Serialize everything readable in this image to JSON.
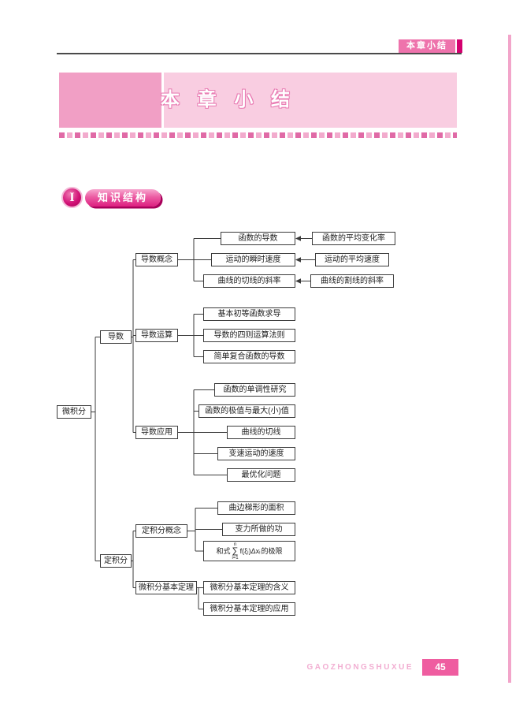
{
  "page": {
    "header_tab": "本章小结",
    "banner_title": "本 章 小 结",
    "section_num": "I",
    "section_title": "知识结构",
    "footer_text": "GAOZHONGSHUXUE",
    "page_number": "45"
  },
  "colors": {
    "accent_pink": "#ee73ac",
    "accent_magenta": "#d4006f",
    "banner_left": "#f19fc5",
    "banner_right": "#f9cde1",
    "page_num_bg": "#ef5da0"
  },
  "nodes": {
    "root": "微积分",
    "derivative": "导数",
    "integral": "定积分",
    "concept": "导数概念",
    "operations": "导数运算",
    "applications": "导数应用",
    "integral_concept": "定积分概念",
    "fundamental_theorem": "微积分基本定理",
    "func_derivative": "函数的导数",
    "instant_velocity": "运动的瞬时速度",
    "tangent_slope": "曲线的切线的斜率",
    "avg_change_rate": "函数的平均变化率",
    "avg_velocity": "运动的平均速度",
    "secant_slope": "曲线的割线的斜率",
    "basic_functions": "基本初等函数求导",
    "four_rules": "导数的四则运算法则",
    "composite": "简单复合函数的导数",
    "monotonicity": "函数的单调性研究",
    "extrema": "函数的极值与最大(小)值",
    "curve_tangent": "曲线的切线",
    "variable_motion": "变速运动的速度",
    "optimization": "最优化问题",
    "trapezoid_area": "曲边梯形的面积",
    "variable_force_work": "变力所做的功",
    "sum_prefix": "和式",
    "sum_sigma": "∑",
    "sum_sup": "n",
    "sum_sub": "i=1",
    "sum_body": "f(ξᵢ)Δxᵢ",
    "sum_suffix": "的极限",
    "theorem_meaning": "微积分基本定理的含义",
    "theorem_application": "微积分基本定理的应用"
  }
}
